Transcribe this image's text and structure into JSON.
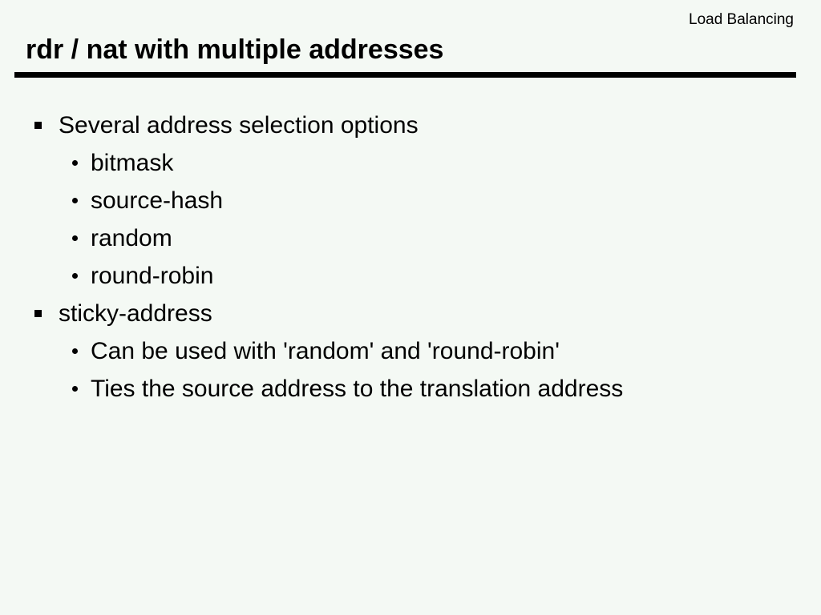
{
  "slide": {
    "corner_label": "Load Balancing",
    "title": "rdr / nat with multiple addresses",
    "bullets": [
      {
        "level": 1,
        "text": "Several address selection options"
      },
      {
        "level": 2,
        "text": "bitmask"
      },
      {
        "level": 2,
        "text": "source-hash"
      },
      {
        "level": 2,
        "text": "random"
      },
      {
        "level": 2,
        "text": "round-robin"
      },
      {
        "level": 1,
        "text": "sticky-address"
      },
      {
        "level": 2,
        "text": "Can be used with 'random' and 'round-robin'"
      },
      {
        "level": 2,
        "text": "Ties the source address to the translation address"
      }
    ],
    "colors": {
      "background": "#f4f9f4",
      "text": "#000000",
      "rule": "#000000"
    }
  }
}
